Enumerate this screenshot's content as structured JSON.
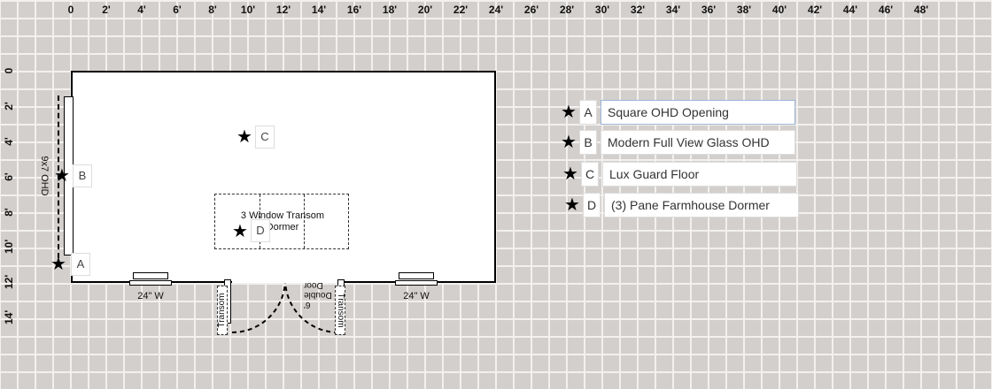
{
  "x_ruler": [
    "0",
    "2'",
    "4'",
    "6'",
    "8'",
    "10'",
    "12'",
    "14'",
    "16'",
    "18'",
    "20'",
    "22'",
    "24'",
    "26'",
    "28'",
    "30'",
    "32'",
    "34'",
    "36'",
    "38'",
    "40'",
    "42'",
    "44'",
    "46'",
    "48'"
  ],
  "y_ruler": [
    "0",
    "2'",
    "4'",
    "6'",
    "8'",
    "10'",
    "12'",
    "14'"
  ],
  "plan": {
    "ohd_label": "9x7 OHD",
    "window_labels": [
      "24\" W",
      "24\" W"
    ],
    "transom_left": "Transom",
    "transom_right": "Transom",
    "door_label": "6' Double Door",
    "dormer_label": "3 Window Transom Dormer"
  },
  "markers": [
    {
      "letter": "A"
    },
    {
      "letter": "B"
    },
    {
      "letter": "C"
    },
    {
      "letter": "D"
    }
  ],
  "legend": [
    {
      "letter": "A",
      "text": "Square OHD Opening",
      "active": true
    },
    {
      "letter": "B",
      "text": "Modern Full View Glass OHD",
      "active": false
    },
    {
      "letter": "C",
      "text": "Lux Guard Floor",
      "active": false
    },
    {
      "letter": "D",
      "text": "(3) Pane Farmhouse Dormer",
      "active": false
    }
  ],
  "icons": {
    "marker": "star-icon"
  }
}
